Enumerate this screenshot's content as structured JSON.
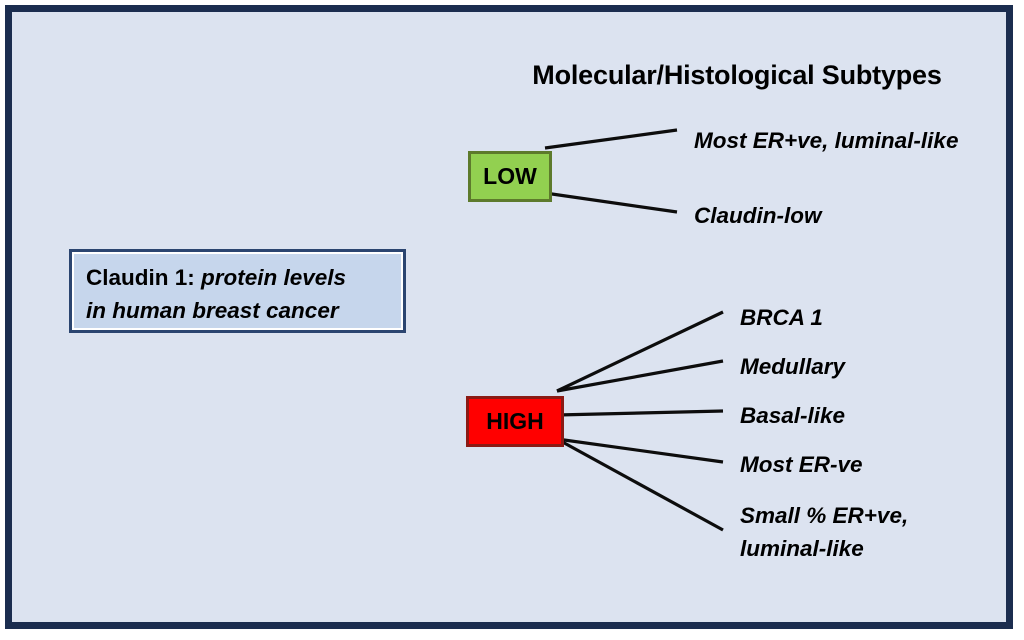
{
  "slide": {
    "title": "Molecular/Histological Subtypes",
    "background_color": "#dce3f0",
    "frame_color": "#1b2d4f"
  },
  "info_box": {
    "label_prefix": "Claudin 1:",
    "label_emphasis_line1": " protein levels",
    "label_emphasis_line2": "in human breast cancer",
    "fill_color": "#c6d6ec",
    "border_color": "#2b4570"
  },
  "levels": [
    {
      "id": "low",
      "label": "LOW",
      "fill_color": "#92d050",
      "border_color": "#5d7a2c",
      "branches": [
        "Most ER+ve, luminal-like",
        "Claudin-low"
      ]
    },
    {
      "id": "high",
      "label": "HIGH",
      "fill_color": "#ff0000",
      "border_color": "#8b1a14",
      "branches": [
        "BRCA 1",
        "Medullary",
        "Basal-like",
        "Most ER-ve",
        "Small % ER+ve, luminal-like"
      ]
    }
  ]
}
